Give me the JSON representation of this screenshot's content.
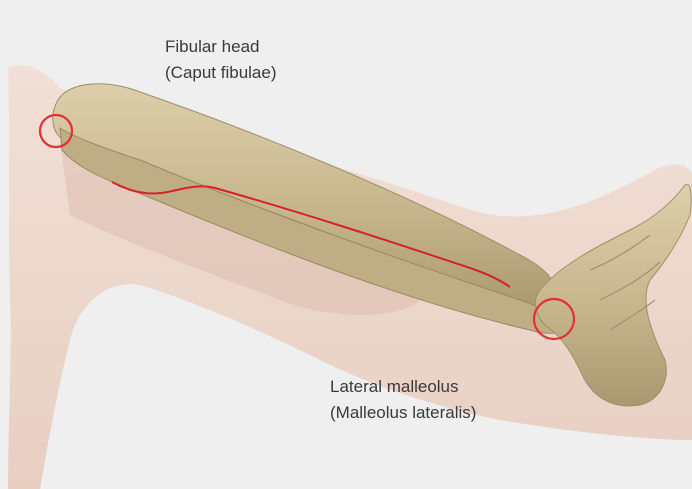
{
  "labels": {
    "fibular_head": {
      "name": "Fibular head",
      "latin": "(Caput fibulae)"
    },
    "lateral_malleolus": {
      "name": "Lateral malleolus",
      "latin": "(Malleolus lateralis)"
    }
  },
  "colors": {
    "background": "#efefef",
    "skin": "#e9cfc2",
    "bone": "#cbbd97",
    "marker": "#e23036"
  }
}
